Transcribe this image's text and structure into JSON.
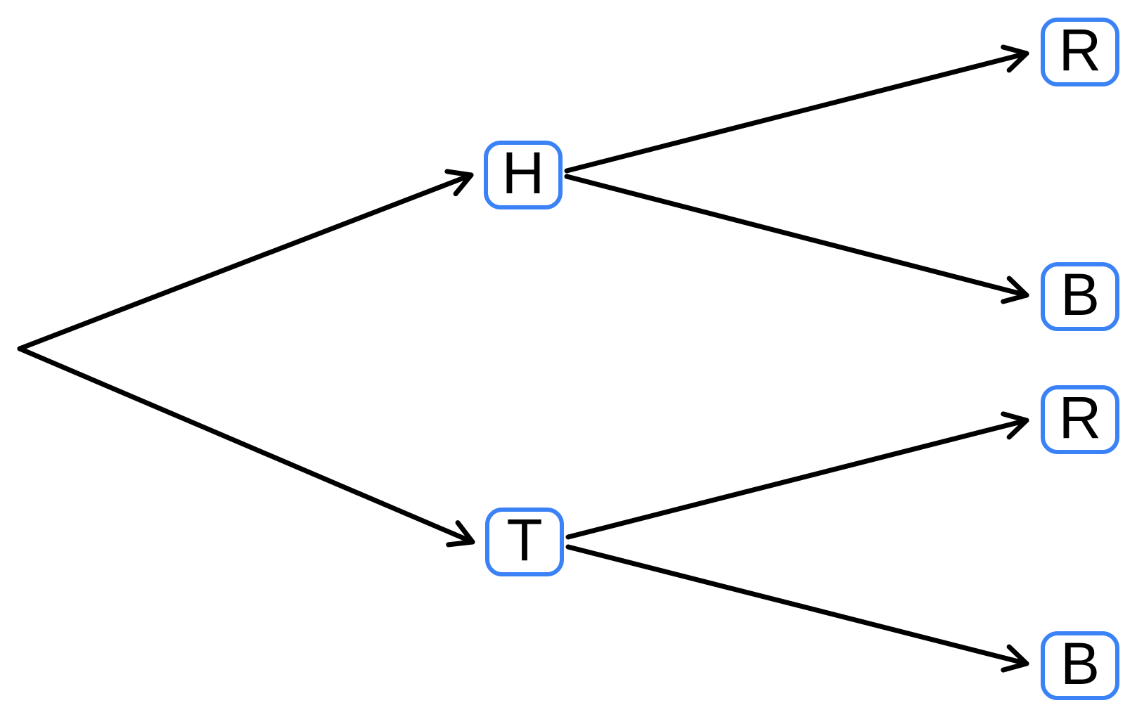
{
  "diagram": {
    "type": "tree",
    "direction": "left-to-right",
    "description": "Two-stage outcome tree: first branch H or T, second branch R or B",
    "root": {
      "id": "start",
      "label": ""
    },
    "nodes": [
      {
        "id": "H",
        "label": "H",
        "parent": "start",
        "level": 1
      },
      {
        "id": "T",
        "label": "T",
        "parent": "start",
        "level": 1
      },
      {
        "id": "H-R",
        "label": "R",
        "parent": "H",
        "level": 2
      },
      {
        "id": "H-B",
        "label": "B",
        "parent": "H",
        "level": 2
      },
      {
        "id": "T-R",
        "label": "R",
        "parent": "T",
        "level": 2
      },
      {
        "id": "T-B",
        "label": "B",
        "parent": "T",
        "level": 2
      }
    ],
    "edges": [
      {
        "from": "start",
        "to": "H"
      },
      {
        "from": "start",
        "to": "T"
      },
      {
        "from": "H",
        "to": "H-R"
      },
      {
        "from": "H",
        "to": "H-B"
      },
      {
        "from": "T",
        "to": "T-R"
      },
      {
        "from": "T",
        "to": "T-B"
      }
    ],
    "colors": {
      "node_border": "#3b82f6",
      "node_fill": "#ffffff",
      "edge": "#000000",
      "text": "#000000",
      "background": "#ffffff"
    }
  }
}
